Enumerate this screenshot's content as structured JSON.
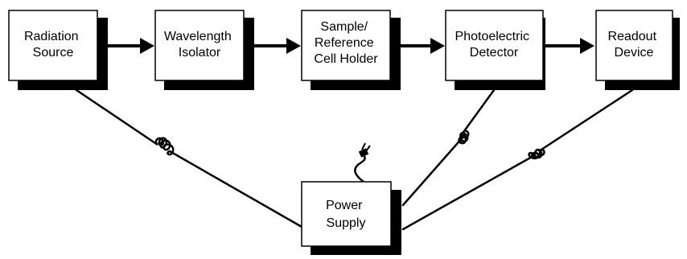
{
  "blocks": [
    {
      "id": "radiation-source",
      "lines": [
        "Radiation",
        "Source"
      ]
    },
    {
      "id": "wavelength-isolator",
      "lines": [
        "Wavelength",
        "Isolator"
      ]
    },
    {
      "id": "sample-reference-cell-holder",
      "lines": [
        "Sample/",
        "Reference",
        "Cell Holder"
      ]
    },
    {
      "id": "photoelectric-detector",
      "lines": [
        "Photoelectric",
        "Detector"
      ]
    },
    {
      "id": "readout-device",
      "lines": [
        "Readout",
        "Device"
      ]
    }
  ],
  "power_supply": {
    "lines": [
      "Power",
      "Supply"
    ]
  },
  "colors": {
    "stroke": "#000000",
    "shadow": "#000000",
    "box_fill": "#ffffff",
    "background": "#ffffff"
  }
}
